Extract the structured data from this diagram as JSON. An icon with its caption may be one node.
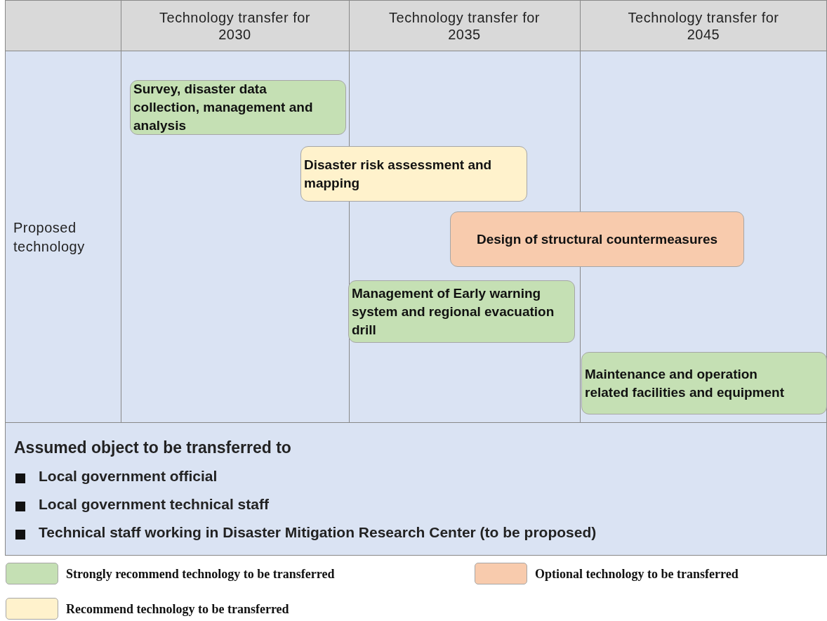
{
  "diagram": {
    "nodes": [
      {
        "text": [
          "Survey, disaster data collection, management and analysis"
        ]
      },
      {
        "text": [
          "Disaster risk assessment and mapping"
        ]
      },
      {
        "text": [
          "Design of structural countermeasures"
        ]
      },
      {
        "text": [
          "Management of Early warning system and regional evacuation drill"
        ]
      },
      {
        "text": [
          "Maintenance and operation related facilities and equipment"
        ]
      }
    ],
    "labels": [
      "Technology transfer for 2030",
      "Technology transfer for 2035",
      "Technology transfer for 2045",
      "Proposed technology",
      "Assumed object to be transferred to",
      "Local government official",
      "Local government technical staff",
      "Technical staff working in Disaster Mitigation Research Center  (to be proposed)"
    ],
    "legend": [
      {
        "text": "Strongly recommend technology to be transferred",
        "color": "#c5e0b4"
      },
      {
        "text": "Optional technology to be transferred",
        "color": "#f8cbad"
      },
      {
        "text": "Recommend technology to be transferred",
        "color": "#fff2cc"
      }
    ]
  }
}
